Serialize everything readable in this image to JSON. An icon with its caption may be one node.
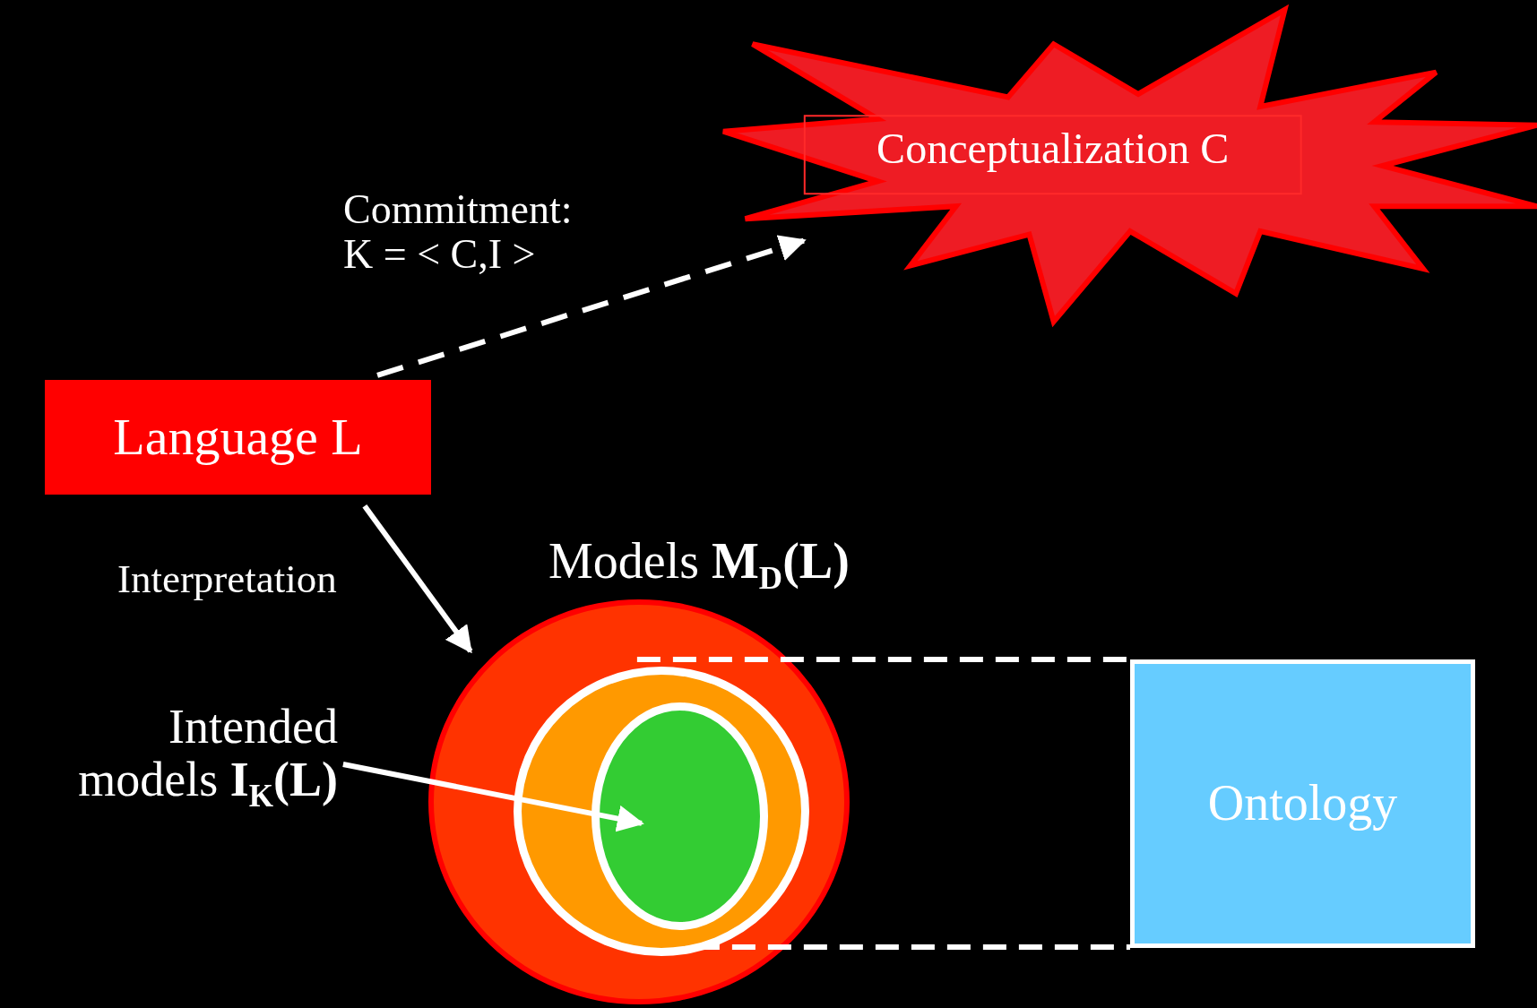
{
  "diagram": {
    "nodes": [
      {
        "text": [
          "Language L"
        ]
      },
      {
        "text": [
          "Conceptualization C"
        ]
      },
      {
        "text": [
          "Models **M**$_{D}$**(L)**"
        ]
      },
      {
        "text": [],
        "shape": "circle",
        "in": 2
      },
      {
        "text": [],
        "shape": "circle",
        "in": 3
      },
      {
        "text": [
          "Intended models **I**$_{K}$**(L)**"
        ]
      },
      {
        "text": [
          "Ontology"
        ]
      }
    ],
    "edges": [
      {
        "from": 0,
        "to": 1,
        "arrow": "to",
        "style": "dashed",
        "label": "Commitment: K = < C,I >"
      },
      {
        "from": 0,
        "to": 2,
        "arrow": "to",
        "label": "Interpretation"
      },
      {
        "from": 5,
        "to": 4,
        "arrow": "to"
      },
      {
        "from": 3,
        "to": 6,
        "arrow": "none",
        "style": "dashed"
      },
      {
        "from": 3,
        "to": 6,
        "arrow": "none",
        "style": "dashed"
      }
    ]
  }
}
